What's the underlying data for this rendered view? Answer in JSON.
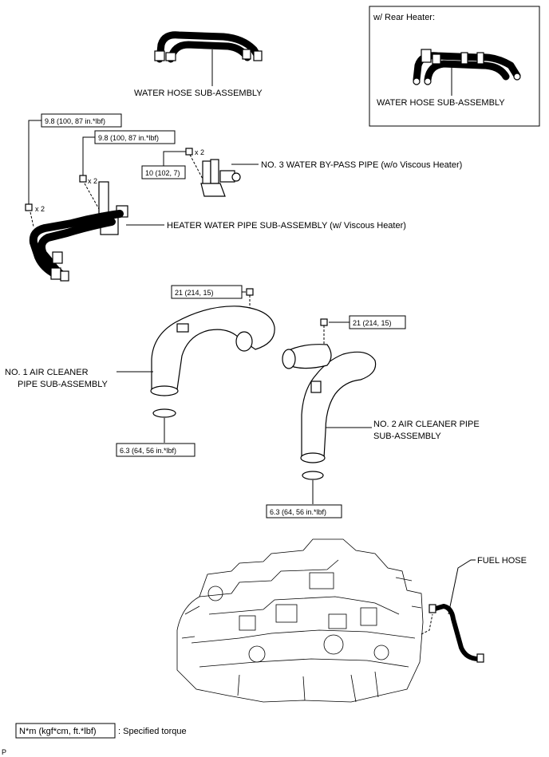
{
  "inset": {
    "title": "w/ Rear Heater:",
    "part_label": "WATER HOSE SUB-ASSEMBLY"
  },
  "labels": {
    "water_hose": "WATER HOSE SUB-ASSEMBLY",
    "no3_bypass": "NO. 3 WATER BY-PASS PIPE (w/o Viscous Heater)",
    "heater_pipe": "HEATER WATER PIPE SUB-ASSEMBLY (w/ Viscous Heater)",
    "no1_air_l1": "NO. 1 AIR CLEANER",
    "no1_air_l2": "PIPE SUB-ASSEMBLY",
    "no2_air_l1": "NO. 2 AIR CLEANER PIPE",
    "no2_air_l2": "SUB-ASSEMBLY",
    "fuel_hose": "FUEL HOSE"
  },
  "torques": {
    "t1": "9.8 (100, 87 in.*lbf)",
    "t2": "9.8 (100, 87 in.*lbf)",
    "t3": "10 (102, 7)",
    "t4": "21 (214, 15)",
    "t5": "21 (214, 15)",
    "t6": "6.3 (64, 56 in.*lbf)",
    "t7": "6.3 (64, 56 in.*lbf)"
  },
  "quantities": {
    "q1": "x 2",
    "q2": "x 2",
    "q3": "x 2"
  },
  "legend": {
    "unit": "N*m (kgf*cm, ft.*lbf)",
    "desc": ": Specified torque"
  },
  "corner_mark": "P"
}
